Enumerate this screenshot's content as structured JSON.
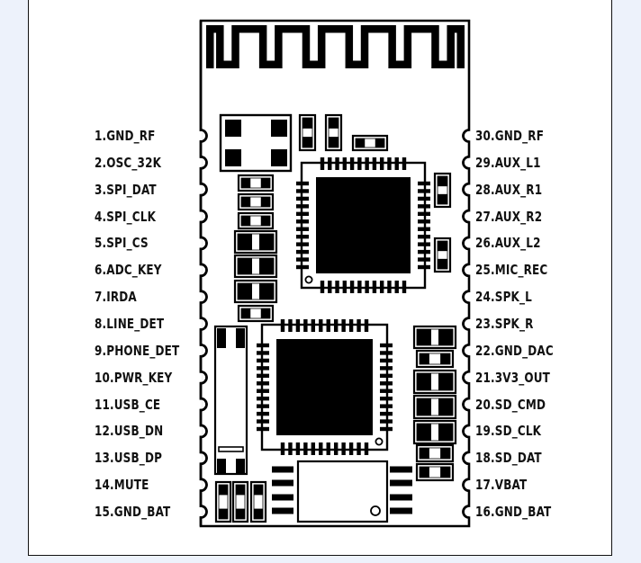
{
  "title": "Bluetooth audio module pinout",
  "module": {
    "antenna": "pcb-meander-antenna",
    "components": [
      "crystal-4pad",
      "main-qfn-chip",
      "flash-qfn-chip",
      "sop8-chip",
      "tall-crystal",
      "smd-resistors",
      "smd-capacitors"
    ]
  },
  "left_pins": [
    {
      "num": 1,
      "label": "1.GND_RF"
    },
    {
      "num": 2,
      "label": "2.OSC_32K"
    },
    {
      "num": 3,
      "label": "3.SPI_DAT"
    },
    {
      "num": 4,
      "label": "4.SPI_CLK"
    },
    {
      "num": 5,
      "label": "5.SPI_CS"
    },
    {
      "num": 6,
      "label": "6.ADC_KEY"
    },
    {
      "num": 7,
      "label": "7.IRDA"
    },
    {
      "num": 8,
      "label": "8.LINE_DET"
    },
    {
      "num": 9,
      "label": "9.PHONE_DET"
    },
    {
      "num": 10,
      "label": "10.PWR_KEY"
    },
    {
      "num": 11,
      "label": "11.USB_CE"
    },
    {
      "num": 12,
      "label": "12.USB_DN"
    },
    {
      "num": 13,
      "label": "13.USB_DP"
    },
    {
      "num": 14,
      "label": "14.MUTE"
    },
    {
      "num": 15,
      "label": "15.GND_BAT"
    }
  ],
  "right_pins": [
    {
      "num": 30,
      "label": "30.GND_RF"
    },
    {
      "num": 29,
      "label": "29.AUX_L1"
    },
    {
      "num": 28,
      "label": "28.AUX_R1"
    },
    {
      "num": 27,
      "label": "27.AUX_R2"
    },
    {
      "num": 26,
      "label": "26.AUX_L2"
    },
    {
      "num": 25,
      "label": "25.MIC_REC"
    },
    {
      "num": 24,
      "label": "24.SPK_L"
    },
    {
      "num": 23,
      "label": "23.SPK_R"
    },
    {
      "num": 22,
      "label": "22.GND_DAC"
    },
    {
      "num": 21,
      "label": "21.3V3_OUT"
    },
    {
      "num": 20,
      "label": "20.SD_CMD"
    },
    {
      "num": 19,
      "label": "19.SD_CLK"
    },
    {
      "num": 18,
      "label": "18.SD_DAT"
    },
    {
      "num": 17,
      "label": "17.VBAT"
    },
    {
      "num": 16,
      "label": "16.GND_BAT"
    }
  ],
  "colors": {
    "ink": "#000000",
    "paper": "#ffffff",
    "background": "#edf2fb"
  }
}
